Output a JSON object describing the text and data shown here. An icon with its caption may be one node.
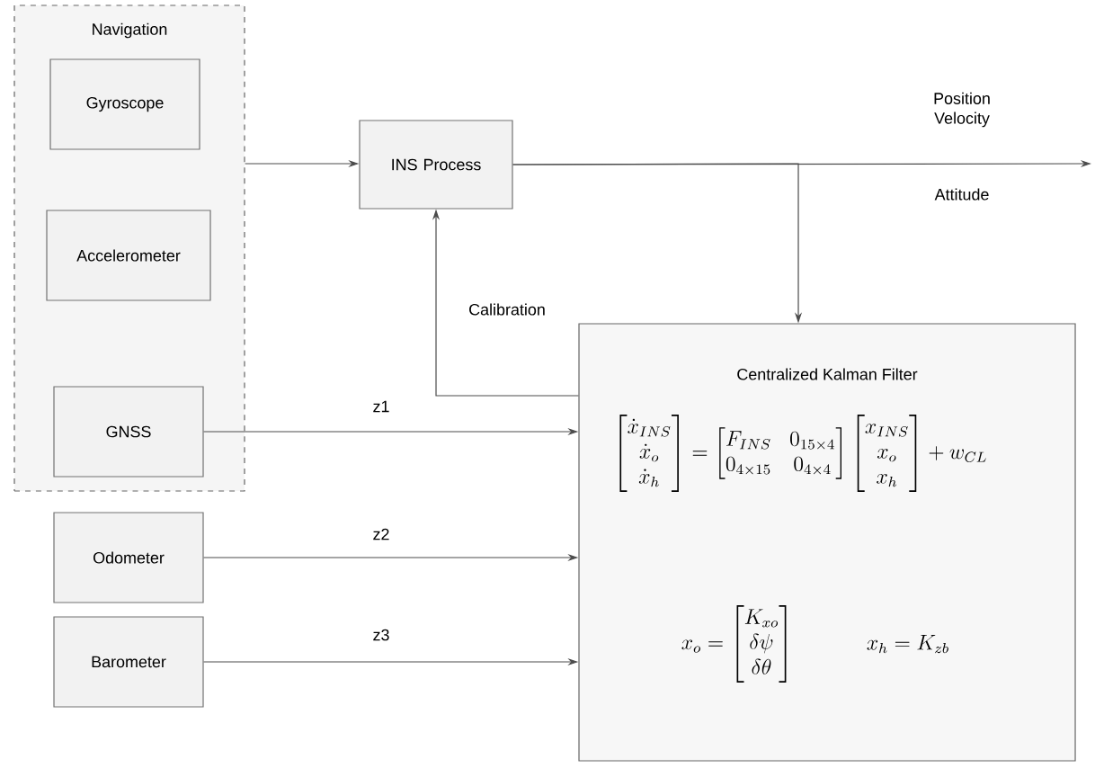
{
  "diagram": {
    "nodes": [
      {
        "text": [
          "Navigation"
        ]
      },
      {
        "text": [
          "Gyroscope"
        ],
        "in": 0
      },
      {
        "text": [
          "Accelerometer"
        ],
        "in": 0
      },
      {
        "text": [
          "GNSS"
        ],
        "in": 0
      },
      {
        "text": [
          "INS Process"
        ]
      },
      {
        "text": [
          "Centralized Kalman Filter",
          "\\begin{bmatrix}\\dot{x}_{INS}\\\\ \\dot{x}_o\\\\ \\dot{x}_h\\end{bmatrix}=\\begin{bmatrix}F_{INS} & 0_{15\\times 4}\\\\ 0_{4\\times 15} & 0_{4\\times 4}\\end{bmatrix}\\begin{bmatrix}x_{INS}\\\\ x_o\\\\ x_h\\end{bmatrix}+w_{CL}",
          "x_o=\\begin{bmatrix}K_{xo}\\\\ \\delta\\psi\\\\ \\delta\\theta\\end{bmatrix}",
          "x_h=K_{zb}"
        ]
      },
      {
        "text": [
          "Odometer"
        ]
      },
      {
        "text": [
          "Barometer"
        ]
      }
    ],
    "edges": [
      {
        "from": 0,
        "to": 4,
        "arrow": "to"
      },
      {
        "from": 4,
        "to": null,
        "arrow": "to"
      },
      {
        "from": 4,
        "to": 5,
        "arrow": "to"
      },
      {
        "from": 5,
        "to": 4,
        "arrow": "to",
        "label": "Calibration"
      },
      {
        "from": 3,
        "to": 5,
        "arrow": "to",
        "label": "z1"
      },
      {
        "from": 6,
        "to": 5,
        "arrow": "to",
        "label": "z2"
      },
      {
        "from": 7,
        "to": 5,
        "arrow": "to",
        "label": "z3"
      }
    ],
    "labels": [
      "Position Velocity",
      "Attitude"
    ]
  }
}
